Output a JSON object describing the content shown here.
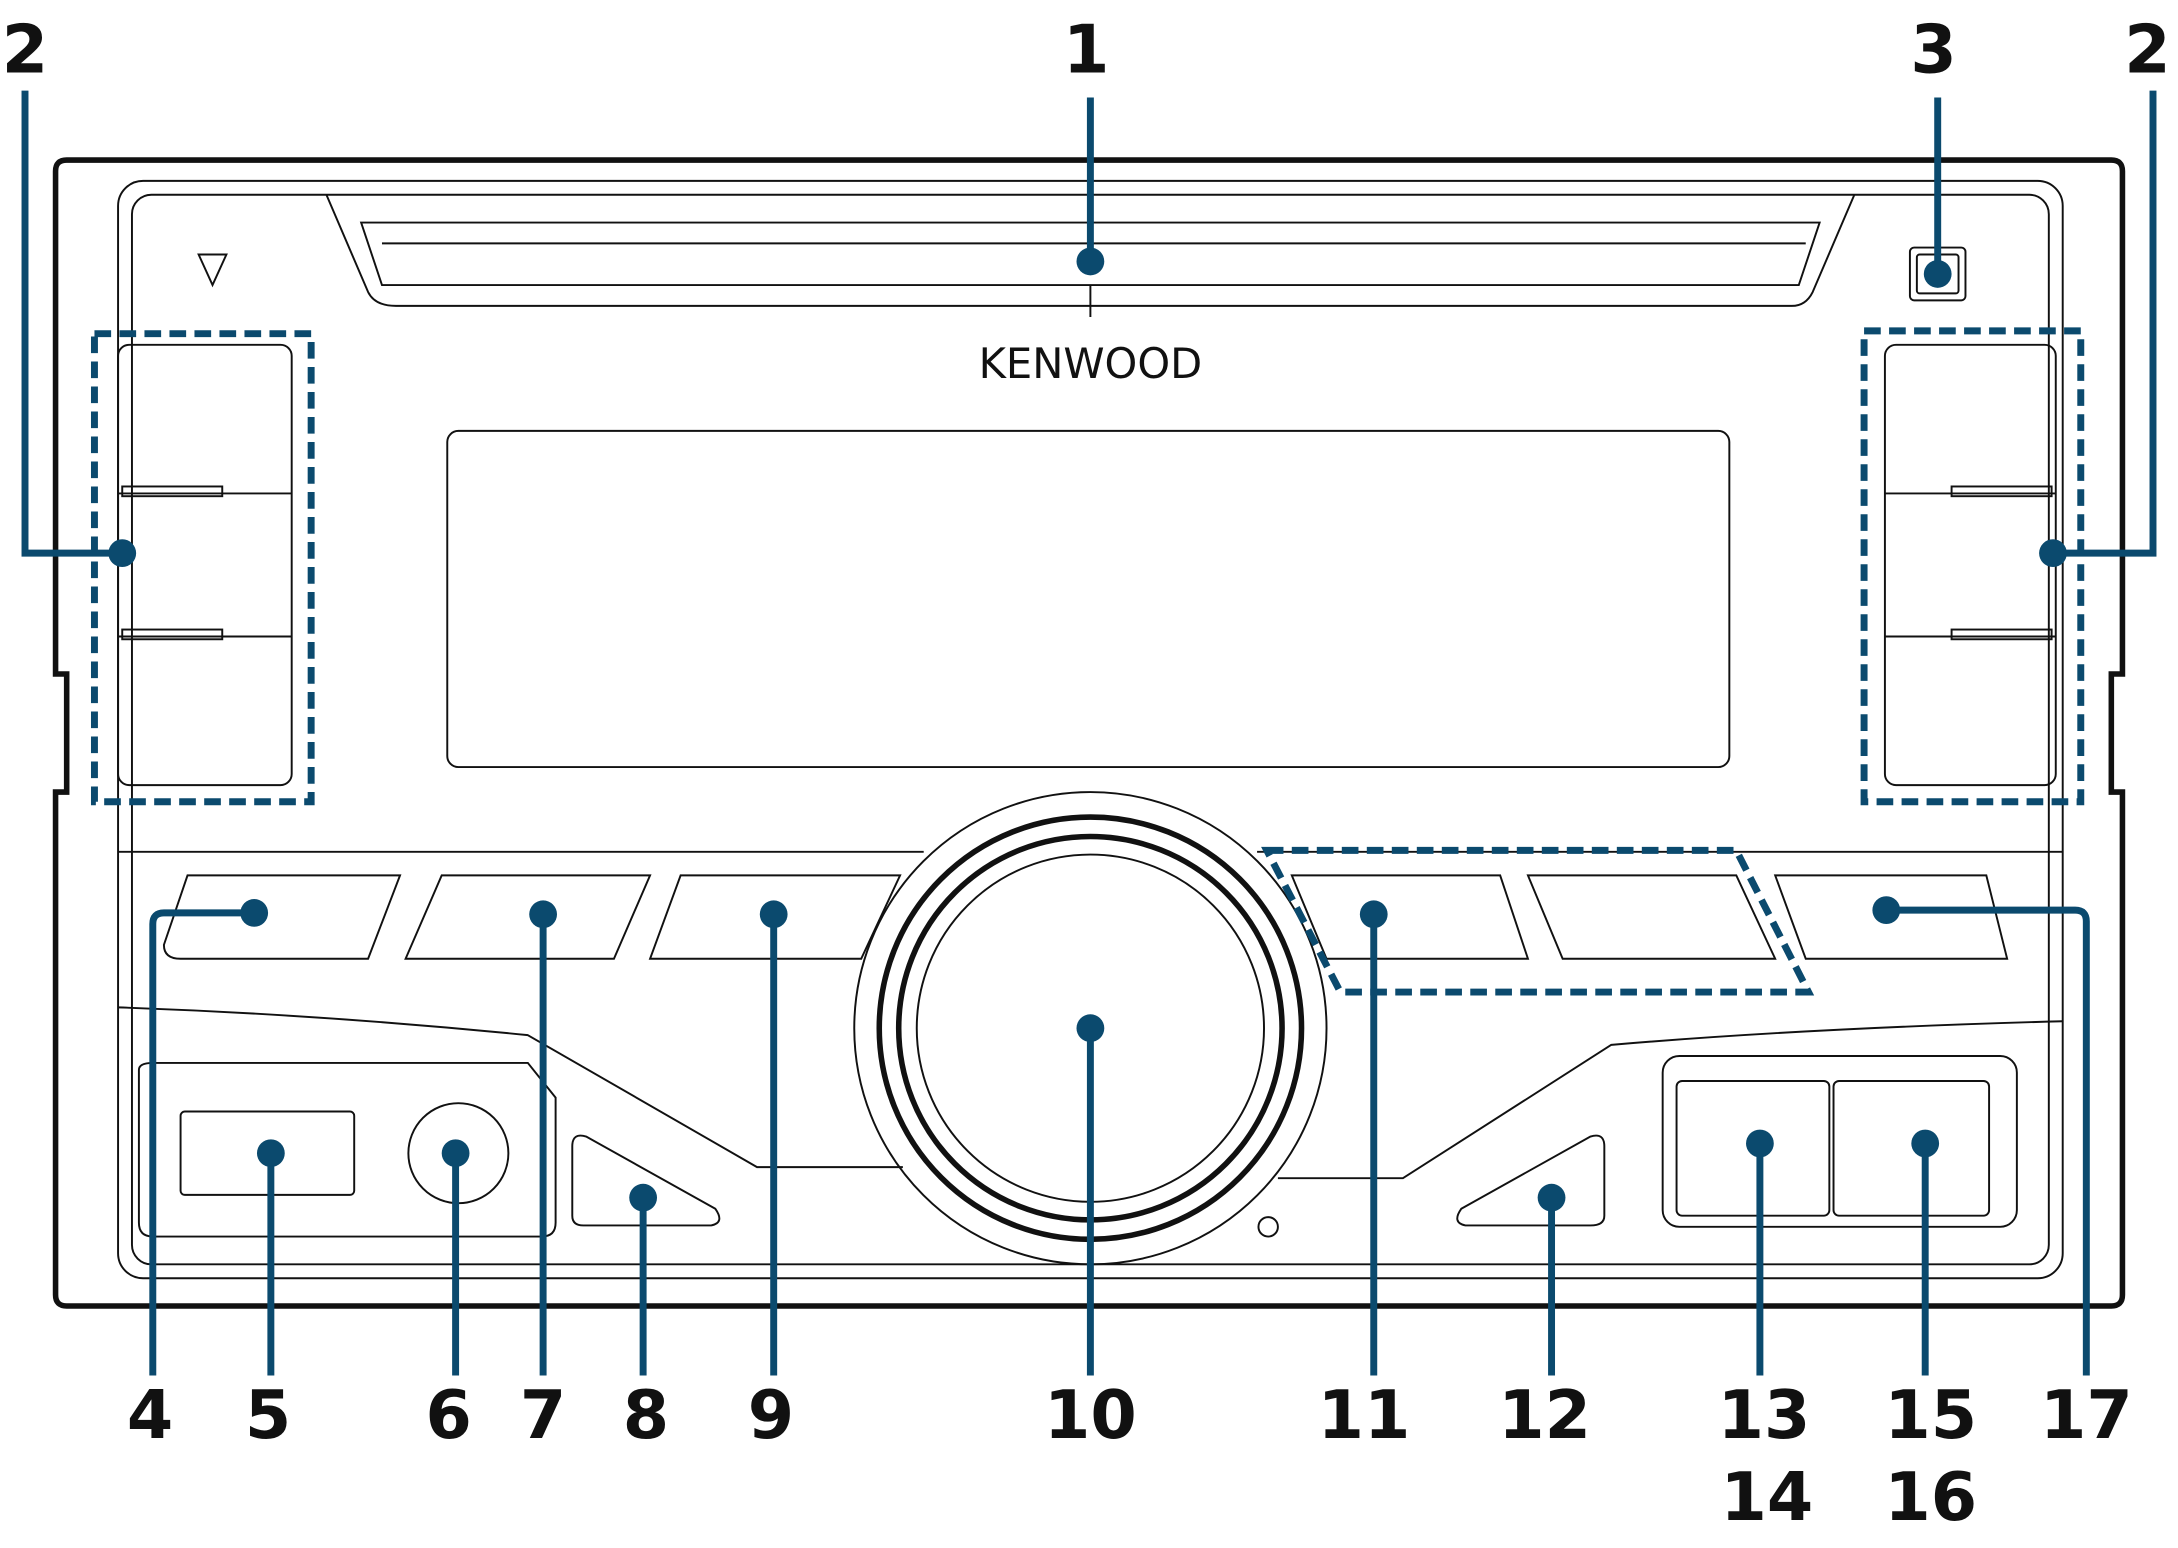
{
  "brand": "KENWOOD",
  "callouts": {
    "c1": "1",
    "c2": "2",
    "c3": "3",
    "c4": "4",
    "c5": "5",
    "c6": "6",
    "c7": "7",
    "c8": "8",
    "c9": "9",
    "c10": "10",
    "c11": "11",
    "c12": "12",
    "c13": "13",
    "c14": "14",
    "c15": "15",
    "c16": "16",
    "c17": "17"
  },
  "colors": {
    "callout": "#0b4a6e",
    "outline": "#111111"
  }
}
